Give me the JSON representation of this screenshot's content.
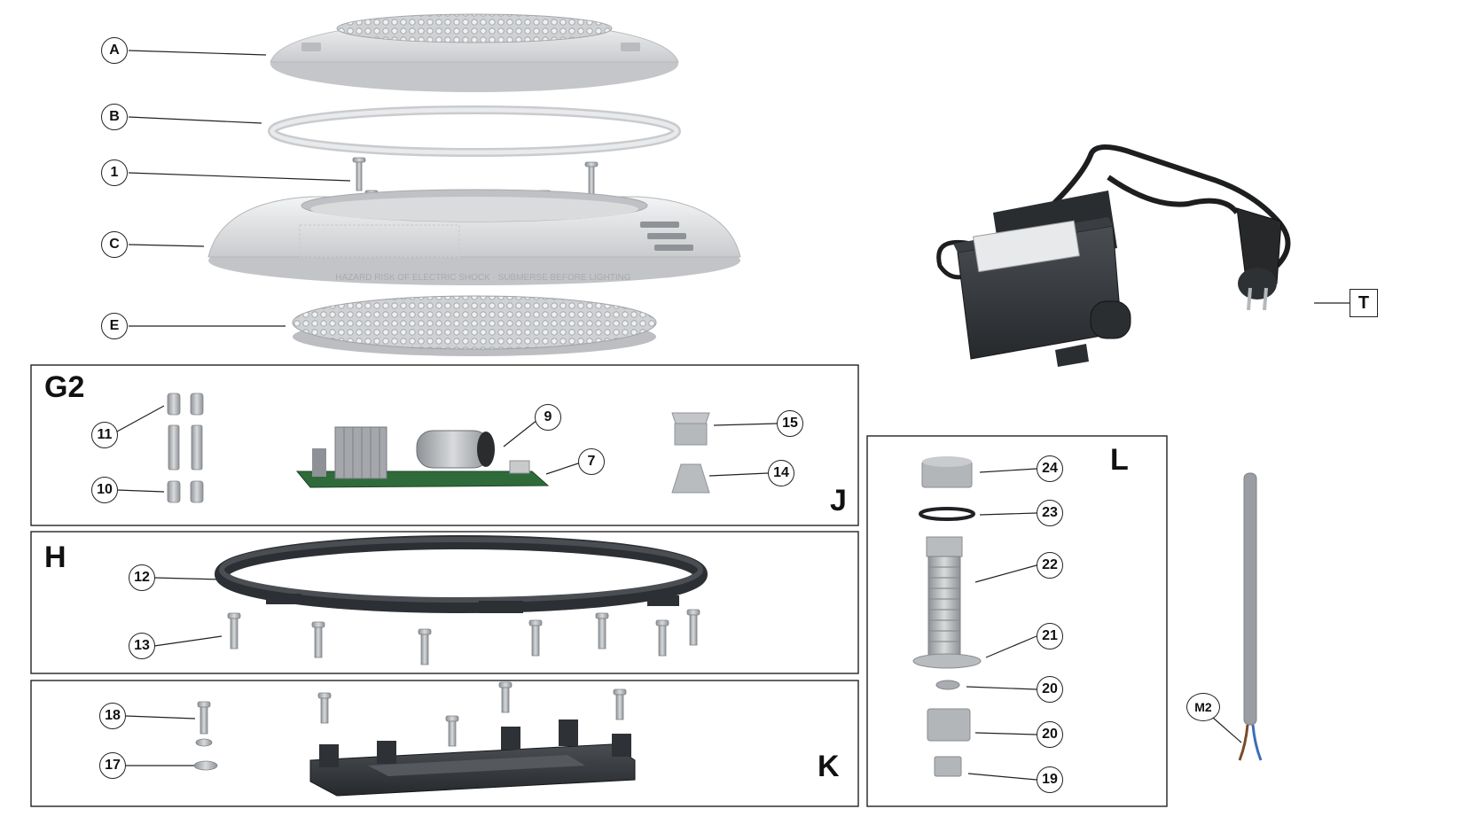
{
  "callouts": {
    "A": "A",
    "B": "B",
    "one": "1",
    "C": "C",
    "E": "E",
    "eleven": "11",
    "ten": "10",
    "nine": "9",
    "seven": "7",
    "fifteen": "15",
    "fourteen": "14",
    "twelve": "12",
    "thirteen": "13",
    "eighteen": "18",
    "seventeen": "17",
    "twentyfour": "24",
    "twentythree": "23",
    "twentytwo": "22",
    "twentyone": "21",
    "twenty_a": "20",
    "twenty_b": "20",
    "nineteen": "19",
    "M2": "M2",
    "T": "T"
  },
  "groups": {
    "G2": "G2",
    "J": "J",
    "H": "H",
    "K": "K",
    "L": "L"
  },
  "printed_text": {
    "housing_warning": "HAZARD RISK OF ELECTRIC SHOCK · SUBMERSE BEFORE LIGHTING"
  },
  "colors": {
    "plastic_white": "#e6e7e8",
    "plastic_shadow": "#c8cacc",
    "dark_plastic": "#3a3d41",
    "transformer": "#1f2124",
    "pcb_green": "#2f6b3a",
    "metal": "#a9adb1",
    "cable_grey": "#9a9da1",
    "wire_brown": "#7a4a2a",
    "wire_blue": "#3a6fb5",
    "line": "#222222"
  }
}
